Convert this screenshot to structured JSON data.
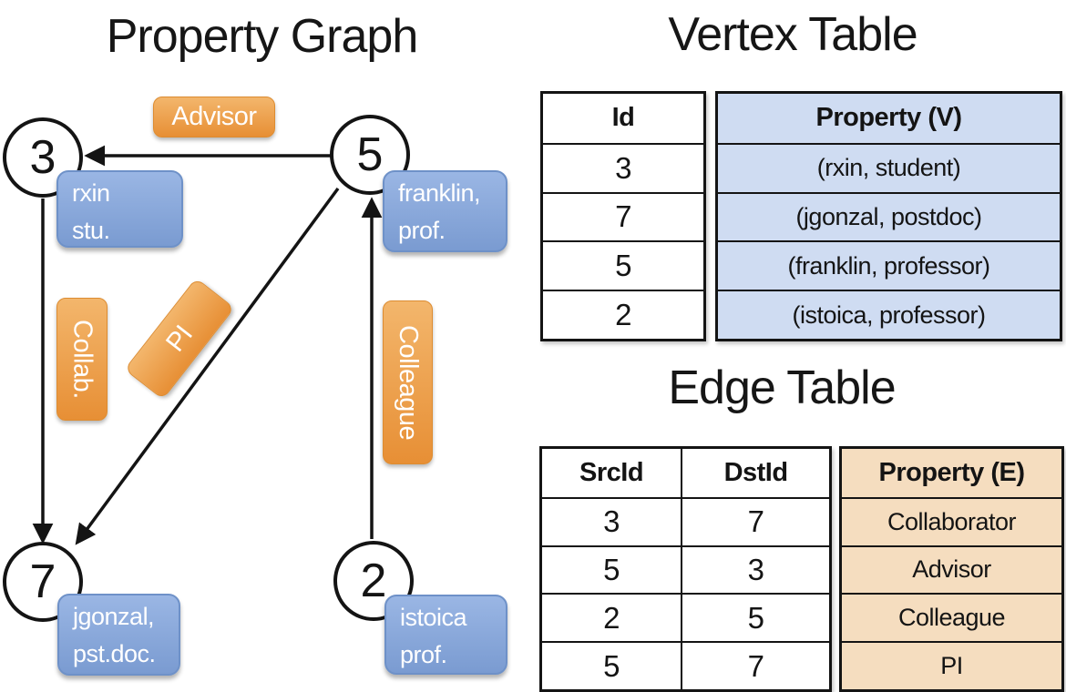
{
  "colors": {
    "ink": "#141414",
    "label_orange_top": "#f3b66c",
    "label_orange_bottom": "#e78f35",
    "label_orange_border": "#dd8c31",
    "vbox_blue_top": "#9ab6e4",
    "vbox_blue_bottom": "#7a9bd1",
    "vbox_blue_border": "#6e91c8",
    "vertex_table_fill": "#cfdcf2",
    "edge_table_fill": "#f5ddbf"
  },
  "graph": {
    "title": "Property Graph",
    "nodes": [
      {
        "id": "3"
      },
      {
        "id": "5"
      },
      {
        "id": "7"
      },
      {
        "id": "2"
      }
    ],
    "edge_labels": [
      {
        "label": "Advisor"
      },
      {
        "label": "Collab."
      },
      {
        "label": "PI"
      },
      {
        "label": "Colleague"
      }
    ],
    "vertex_boxes": [
      {
        "line1": "rxin",
        "line2": "stu."
      },
      {
        "line1": "franklin,",
        "line2": "prof."
      },
      {
        "line1": "jgonzal,",
        "line2": "pst.doc."
      },
      {
        "line1": "istoica",
        "line2": "prof."
      }
    ]
  },
  "vertex_table": {
    "title": "Vertex Table",
    "headers": {
      "id": "Id",
      "property": "Property (V)"
    },
    "rows": [
      {
        "id": "3",
        "property": "(rxin, student)"
      },
      {
        "id": "7",
        "property": "(jgonzal, postdoc)"
      },
      {
        "id": "5",
        "property": "(franklin, professor)"
      },
      {
        "id": "2",
        "property": "(istoica, professor)"
      }
    ]
  },
  "edge_table": {
    "title": "Edge Table",
    "headers": {
      "src": "SrcId",
      "dst": "DstId",
      "property": "Property (E)"
    },
    "rows": [
      {
        "src": "3",
        "dst": "7",
        "property": "Collaborator"
      },
      {
        "src": "5",
        "dst": "3",
        "property": "Advisor"
      },
      {
        "src": "2",
        "dst": "5",
        "property": "Colleague"
      },
      {
        "src": "5",
        "dst": "7",
        "property": "PI"
      }
    ]
  }
}
